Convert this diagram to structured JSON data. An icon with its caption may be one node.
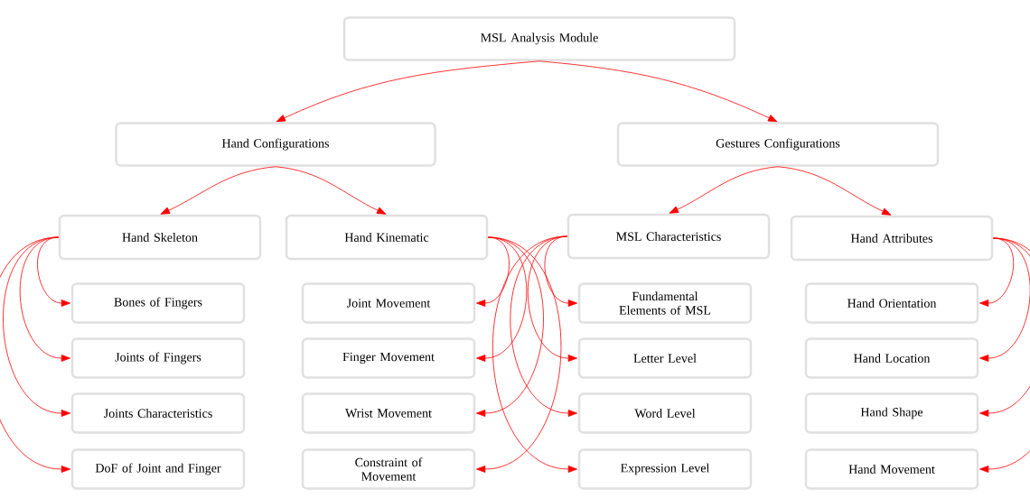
{
  "diagram": {
    "nodes": [
      {
        "text": [
          "MSL Analysis Module"
        ]
      },
      {
        "text": [
          "Hand Configurations"
        ]
      },
      {
        "text": [
          "Gestures Configurations"
        ]
      },
      {
        "text": [
          "Hand Skeleton"
        ]
      },
      {
        "text": [
          "Hand Kinematic"
        ]
      },
      {
        "text": [
          "MSL Characteristics"
        ]
      },
      {
        "text": [
          "Hand Attributes"
        ]
      },
      {
        "text": [
          "Bones of Fingers"
        ]
      },
      {
        "text": [
          "Joints of Fingers"
        ]
      },
      {
        "text": [
          "Joints Characteristics"
        ]
      },
      {
        "text": [
          "DoF of Joint and Finger"
        ]
      },
      {
        "text": [
          "Joint Movement"
        ]
      },
      {
        "text": [
          "Finger Movement"
        ]
      },
      {
        "text": [
          "Wrist Movement"
        ]
      },
      {
        "text": [
          "Constraint of Movement"
        ]
      },
      {
        "text": [
          "Fundamental Elements of MSL"
        ]
      },
      {
        "text": [
          "Letter Level"
        ]
      },
      {
        "text": [
          "Word Level"
        ]
      },
      {
        "text": [
          "Expression Level"
        ]
      },
      {
        "text": [
          "Hand Orientation"
        ]
      },
      {
        "text": [
          "Hand Location"
        ]
      },
      {
        "text": [
          "Hand Shape"
        ]
      },
      {
        "text": [
          "Hand Movement"
        ]
      }
    ],
    "edges": [
      {
        "from": 0,
        "to": 1,
        "arrow": "to"
      },
      {
        "from": 0,
        "to": 2,
        "arrow": "to"
      },
      {
        "from": 1,
        "to": 3,
        "arrow": "to"
      },
      {
        "from": 1,
        "to": 4,
        "arrow": "to"
      },
      {
        "from": 2,
        "to": 5,
        "arrow": "to"
      },
      {
        "from": 2,
        "to": 6,
        "arrow": "to"
      },
      {
        "from": 3,
        "to": 7,
        "arrow": "to"
      },
      {
        "from": 3,
        "to": 8,
        "arrow": "to"
      },
      {
        "from": 3,
        "to": 9,
        "arrow": "to"
      },
      {
        "from": 3,
        "to": 10,
        "arrow": "to"
      },
      {
        "from": 4,
        "to": 11,
        "arrow": "to"
      },
      {
        "from": 4,
        "to": 12,
        "arrow": "to"
      },
      {
        "from": 4,
        "to": 13,
        "arrow": "to"
      },
      {
        "from": 4,
        "to": 14,
        "arrow": "to"
      },
      {
        "from": 5,
        "to": 15,
        "arrow": "to"
      },
      {
        "from": 5,
        "to": 16,
        "arrow": "to"
      },
      {
        "from": 5,
        "to": 17,
        "arrow": "to"
      },
      {
        "from": 5,
        "to": 18,
        "arrow": "to"
      },
      {
        "from": 6,
        "to": 19,
        "arrow": "to"
      },
      {
        "from": 6,
        "to": 20,
        "arrow": "to"
      },
      {
        "from": 6,
        "to": 21,
        "arrow": "to"
      },
      {
        "from": 6,
        "to": 22,
        "arrow": "to"
      }
    ]
  }
}
